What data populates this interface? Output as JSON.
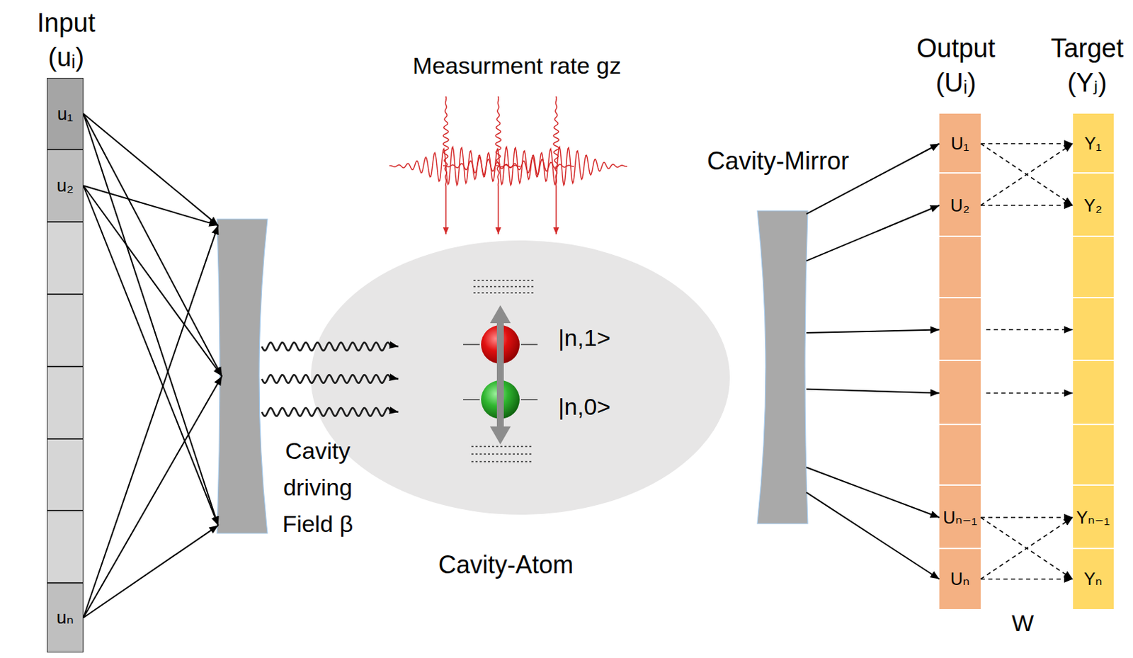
{
  "diagram": {
    "nodes": [
      {
        "text": [
          "Input (uᵢ)"
        ]
      },
      {
        "text": [
          "u₁"
        ],
        "in": 0
      },
      {
        "text": [
          "u₂"
        ],
        "in": 0
      },
      {
        "text": [
          "uₙ"
        ],
        "in": 0
      },
      {
        "text": [
          "Cavity driving Field β"
        ]
      },
      {
        "text": [
          "|n,1>",
          "|n,0>",
          "Cavity-Atom"
        ]
      },
      {
        "text": [
          "Cavity-Mirror"
        ]
      },
      {
        "text": [
          "Output (Uᵢ)"
        ]
      },
      {
        "text": [
          "U₁"
        ],
        "in": 7
      },
      {
        "text": [
          "U₂"
        ],
        "in": 7
      },
      {
        "text": [
          "Uₙ₋₁"
        ],
        "in": 7
      },
      {
        "text": [
          "Uₙ"
        ],
        "in": 7
      },
      {
        "text": [
          "Target (Yⱼ)"
        ]
      },
      {
        "text": [
          "Y₁"
        ],
        "in": 12
      },
      {
        "text": [
          "Y₂"
        ],
        "in": 12
      },
      {
        "text": [
          "Yₙ₋₁"
        ],
        "in": 12
      },
      {
        "text": [
          "Yₙ"
        ],
        "in": 12
      }
    ],
    "edges": [
      {
        "from": 1,
        "to": 4,
        "arrow": "to"
      },
      {
        "from": 2,
        "to": 4,
        "arrow": "to"
      },
      {
        "from": 3,
        "to": 4,
        "arrow": "to"
      },
      {
        "from": 6,
        "to": 8,
        "arrow": "to"
      },
      {
        "from": 6,
        "to": 9,
        "arrow": "to"
      },
      {
        "from": 6,
        "to": 10,
        "arrow": "to"
      },
      {
        "from": 6,
        "to": 11,
        "arrow": "to"
      },
      {
        "from": 8,
        "to": 13,
        "arrow": "to"
      },
      {
        "from": 8,
        "to": 14,
        "arrow": "to"
      },
      {
        "from": 9,
        "to": 13,
        "arrow": "to"
      },
      {
        "from": 9,
        "to": 14,
        "arrow": "to"
      },
      {
        "from": 10,
        "to": 15,
        "arrow": "to"
      },
      {
        "from": 10,
        "to": 16,
        "arrow": "to"
      },
      {
        "from": 11,
        "to": 15,
        "arrow": "to"
      },
      {
        "from": 11,
        "to": 16,
        "arrow": "to"
      }
    ],
    "labels": [
      "Measurment rate gz",
      "W"
    ]
  }
}
